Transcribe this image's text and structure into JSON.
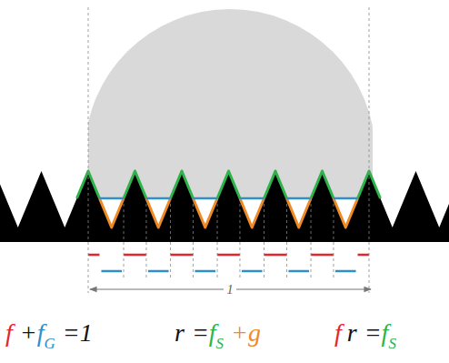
{
  "diagram": {
    "labels": [
      "1",
      "f",
      "+",
      "f",
      "G",
      "=",
      "1",
      "r",
      "=",
      "f",
      "S",
      "+",
      "g",
      "f",
      "r",
      "=",
      "f",
      "S"
    ]
  }
}
